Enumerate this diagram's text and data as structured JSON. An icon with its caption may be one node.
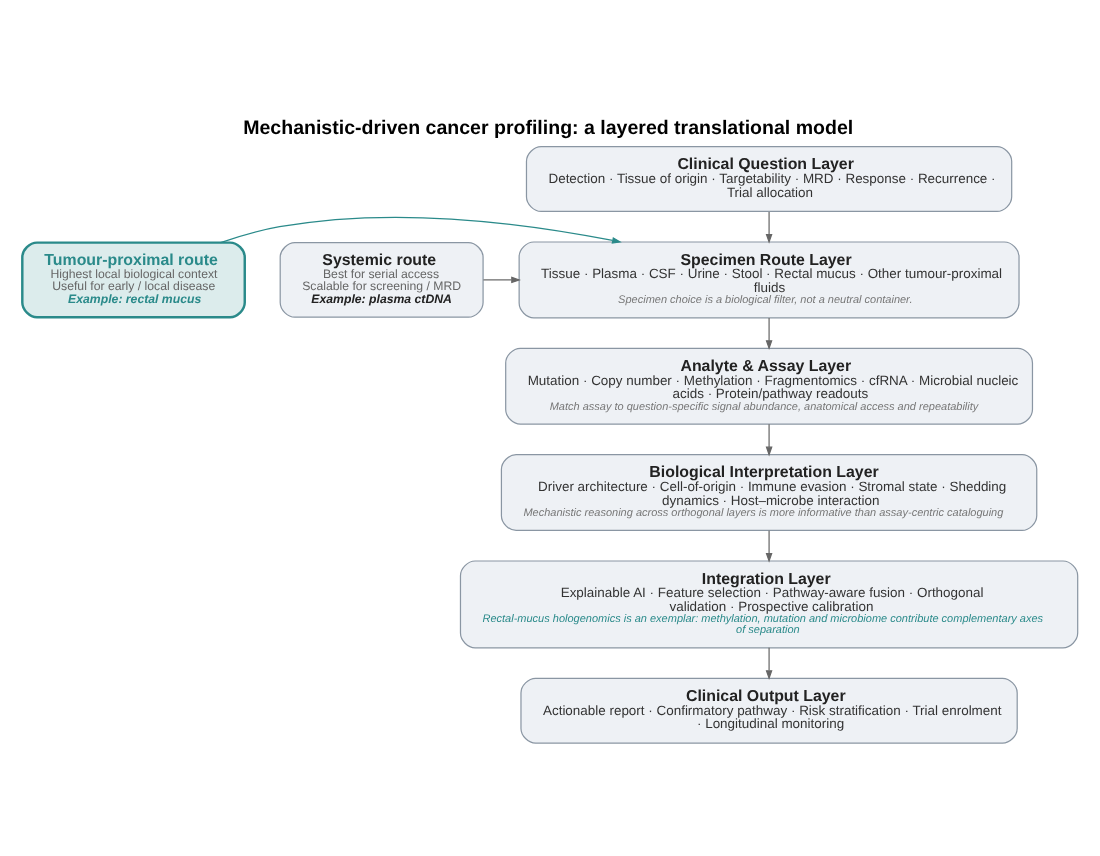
{
  "diagram": {
    "title": "Mechanistic-driven cancer profiling: a layered translational model",
    "nodes": [
      {
        "text": [
          "Clinical Question Layer",
          "Detection · Tissue of origin · Targetability · MRD · Response · Recurrence · Trial allocation"
        ]
      },
      {
        "text": [
          "Tumour-proximal route",
          "Highest local biological context",
          "Useful for early / local disease",
          "Example: rectal mucus"
        ]
      },
      {
        "text": [
          "Specimen Route Layer",
          "Tissue · Plasma · CSF · Urine · Stool · Rectal mucus · Other tumour-proximal fluids",
          "Specimen choice is a biological filter, not a neutral container."
        ]
      },
      {
        "text": [
          "Systemic route",
          "Best for serial access",
          "Scalable for screening / MRD",
          "Example: plasma ctDNA"
        ]
      },
      {
        "text": [
          "Analyte & Assay Layer",
          "Mutation · Copy number · Methylation · Fragmentomics · cfRNA · Microbial nucleic acids · Protein/pathway readouts",
          "Match assay to question-specific signal abundance, anatomical access and repeatability"
        ]
      },
      {
        "text": [
          "Biological Interpretation Layer",
          "Driver architecture · Cell-of-origin · Immune evasion · Stromal state · Shedding dynamics · Host–microbe interaction",
          "Mechanistic reasoning across orthogonal layers is more informative than assay-centric cataloguing"
        ]
      },
      {
        "text": [
          "Integration Layer",
          "Explainable AI · Feature selection · Pathway-aware fusion · Orthogonal validation · Prospective calibration",
          "Rectal-mucus hologenomics is an exemplar: methylation, mutation and microbiome contribute complementary axes of separation"
        ]
      },
      {
        "text": [
          "Clinical Output Layer",
          "Actionable report · Confirmatory pathway · Risk stratification · Trial enrolment · Longitudinal monitoring"
        ]
      }
    ],
    "edges": [
      {
        "from": 0,
        "to": 2,
        "arrow": "to"
      },
      {
        "from": 1,
        "to": 2,
        "arrow": "to",
        "color": "#2a8a8a"
      },
      {
        "from": 3,
        "to": 2,
        "arrow": "to"
      },
      {
        "from": 2,
        "to": 4,
        "arrow": "to"
      },
      {
        "from": 4,
        "to": 5,
        "arrow": "to"
      },
      {
        "from": 5,
        "to": 6,
        "arrow": "to"
      },
      {
        "from": 6,
        "to": 7,
        "arrow": "to"
      }
    ]
  }
}
